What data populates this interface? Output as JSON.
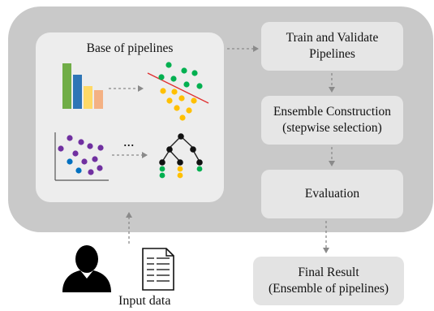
{
  "pipelines": {
    "title": "Base of pipelines",
    "ellipsis": "..."
  },
  "stages": {
    "train": "Train and Validate\nPipelines",
    "ensemble": "Ensemble Construction\n(stepwise selection)",
    "evaluation": "Evaluation",
    "final": "Final Result\n(Ensemble of pipelines)"
  },
  "input": {
    "label": "Input data"
  },
  "colors": {
    "outer_bg": "#c9c9c9",
    "inner_bg": "#ededed",
    "stage_bg": "#e6e6e6",
    "bar_green": "#70ad47",
    "bar_blue": "#2e75b6",
    "bar_yellow": "#ffd966",
    "bar_orange": "#f4b183",
    "dot_green": "#00b050",
    "dot_yellow": "#ffc000",
    "dot_purple": "#7030a0",
    "dot_blue": "#0070c0",
    "split_line": "#e03030"
  }
}
